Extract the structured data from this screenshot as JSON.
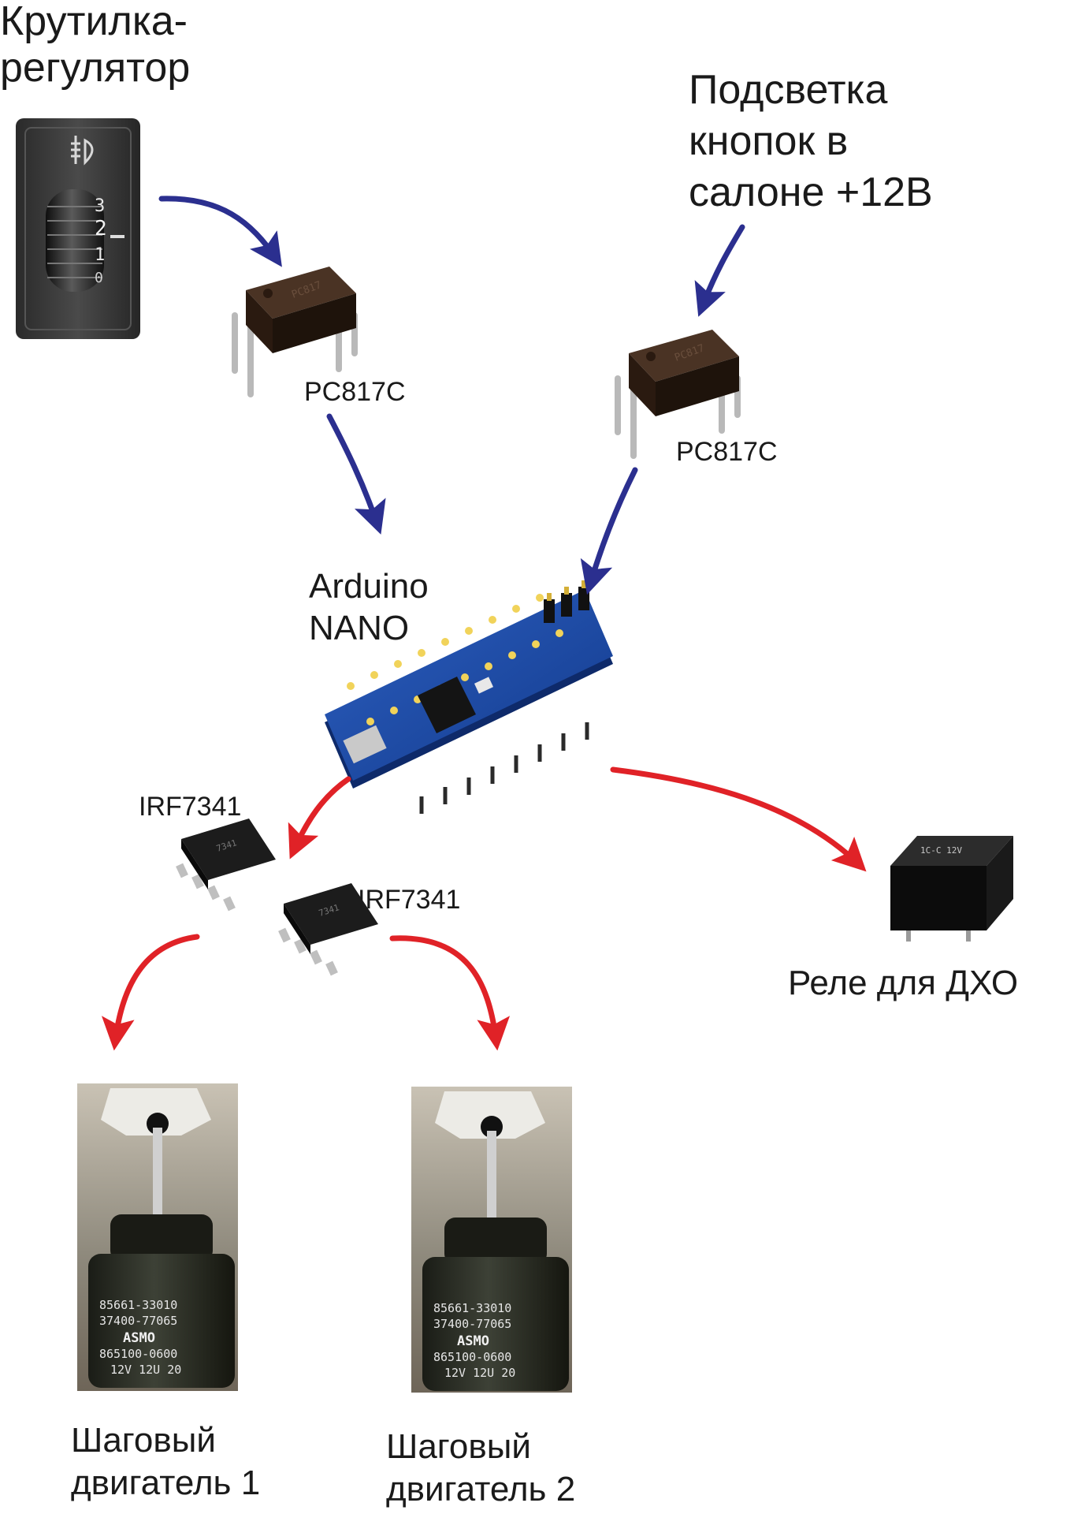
{
  "knob": {
    "label_lines": [
      "Крутилка-",
      "регулятор"
    ],
    "scale": [
      "3",
      "2",
      "1",
      "0"
    ]
  },
  "backlight": {
    "label_lines": [
      "Подсветка",
      "кнопок в",
      "салоне +12В"
    ]
  },
  "optocoupler_1": {
    "label": "PC817C"
  },
  "optocoupler_2": {
    "label": "PC817C"
  },
  "arduino": {
    "label_lines": [
      "Arduino",
      "NANO"
    ]
  },
  "mosfet_1": {
    "label": "IRF7341"
  },
  "mosfet_2": {
    "label": "IRF7341"
  },
  "relay": {
    "label": "Реле для ДХО"
  },
  "motor_1": {
    "label_lines": [
      "Шаговый",
      "двигатель 1"
    ]
  },
  "motor_2": {
    "label_lines": [
      "Шаговый",
      "двигатель 2"
    ]
  },
  "motor_marking_lines": [
    "85661-33010",
    "37400-77065",
    "ASMO",
    "865100-0600",
    "12V  12U 20"
  ],
  "colors": {
    "input_arrow": "#2b2f8f",
    "output_arrow": "#e02227",
    "text": "#1a1a1a"
  }
}
